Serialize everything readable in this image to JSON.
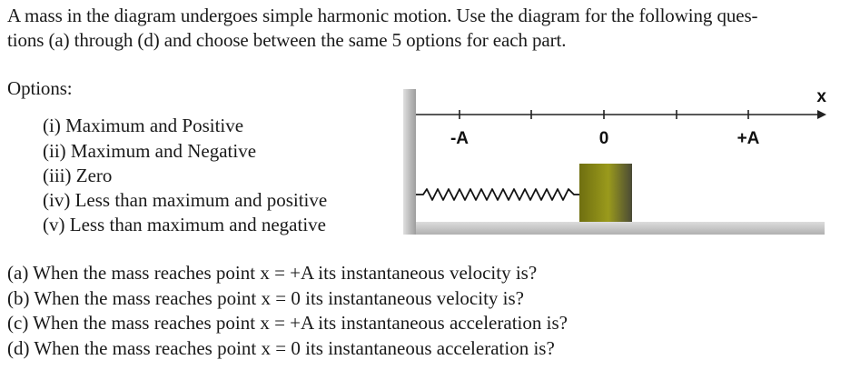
{
  "intro": {
    "line1": "A mass in the diagram undergoes simple harmonic motion. Use the diagram for the following ques-",
    "line2": "tions (a) through (d) and choose between the same 5 options for each part."
  },
  "options_heading": "Options:",
  "options": [
    "(i) Maximum and Positive",
    "(ii) Maximum and Negative",
    "(iii) Zero",
    "(iv) Less than maximum and positive",
    "(v) Less than maximum and negative"
  ],
  "diagram": {
    "axis_label": "x",
    "tick_labels": [
      "-A",
      "0",
      "+A"
    ],
    "colors": {
      "wall": "#bdbdbd",
      "floor": "#c4c4c4",
      "mass": "#8a8a16",
      "spring": "#111111"
    }
  },
  "questions": [
    "(a) When the mass reaches point x = +A its instantaneous velocity is?",
    "(b) When the mass reaches point x = 0 its instantaneous velocity is?",
    "(c) When the mass reaches point x = +A its instantaneous acceleration is?",
    "(d) When the mass reaches point x = 0 its instantaneous acceleration is?"
  ]
}
